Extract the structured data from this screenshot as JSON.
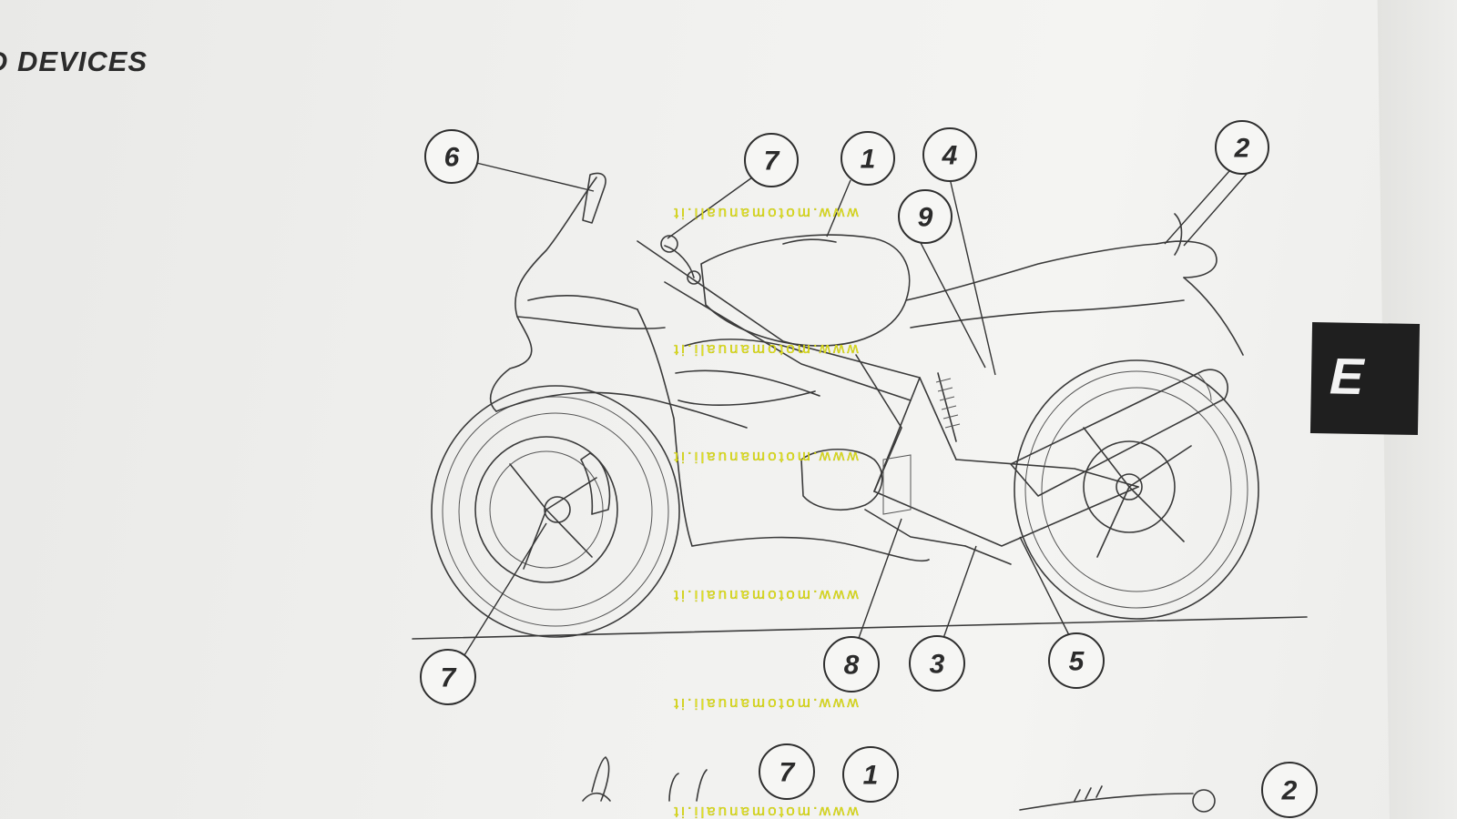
{
  "heading": "D DEVICES",
  "section_tab": "E",
  "watermark": "www.motomanuali.it",
  "callouts": [
    {
      "id": "c6-top",
      "label": "6"
    },
    {
      "id": "c7-top",
      "label": "7"
    },
    {
      "id": "c1-top",
      "label": "1"
    },
    {
      "id": "c4-top",
      "label": "4"
    },
    {
      "id": "c9-top",
      "label": "9"
    },
    {
      "id": "c2-top",
      "label": "2"
    },
    {
      "id": "c7-bottom",
      "label": "7"
    },
    {
      "id": "c8-bottom",
      "label": "8"
    },
    {
      "id": "c3-bottom",
      "label": "3"
    },
    {
      "id": "c5-bottom",
      "label": "5"
    },
    {
      "id": "c7-next",
      "label": "7"
    },
    {
      "id": "c1-next",
      "label": "1"
    },
    {
      "id": "c2-next",
      "label": "2"
    }
  ]
}
